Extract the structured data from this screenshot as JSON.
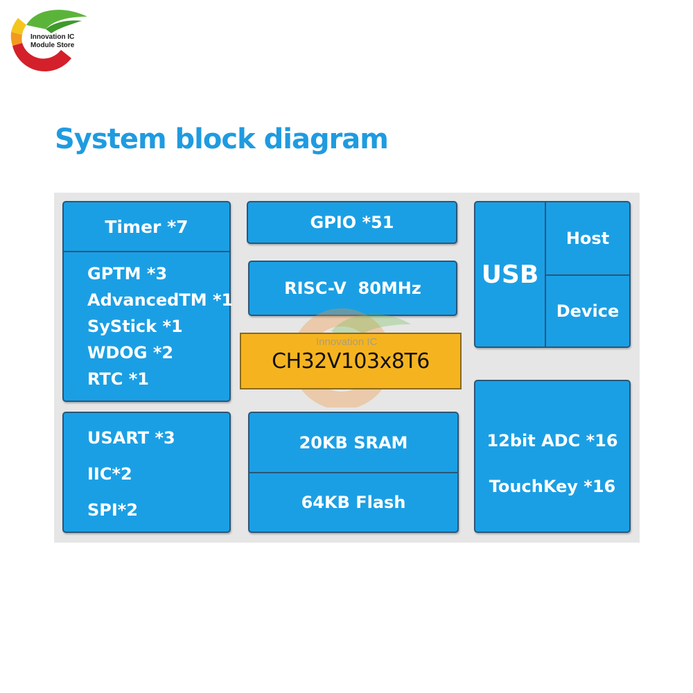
{
  "logo": {
    "line1": "Innovation IC",
    "line2": "Module Store"
  },
  "title": "System block diagram",
  "watermark": "Innovation IC",
  "blocks": {
    "timer": {
      "header": "Timer *7",
      "items": [
        "GPTM *3",
        "AdvancedTM *1",
        "SyStick  *1",
        "WDOG *2",
        "RTC *1"
      ]
    },
    "comms": {
      "items": [
        "USART *3",
        "IIC*2",
        "SPI*2"
      ]
    },
    "gpio": "GPIO *51",
    "cpu": "RISC-V  80MHz",
    "chip": "CH32V103x8T6",
    "sram": "20KB SRAM",
    "flash": "64KB Flash",
    "usb": {
      "label": "USB",
      "host": "Host",
      "device": "Device"
    },
    "analog": {
      "adc": "12bit ADC *16",
      "touch": "TouchKey *16"
    }
  },
  "colors": {
    "block_fill": "#1b9fe4",
    "block_border": "#2a5678",
    "chip_fill": "#f5b41f",
    "title": "#1f9be0",
    "background": "#e6e6e6"
  }
}
